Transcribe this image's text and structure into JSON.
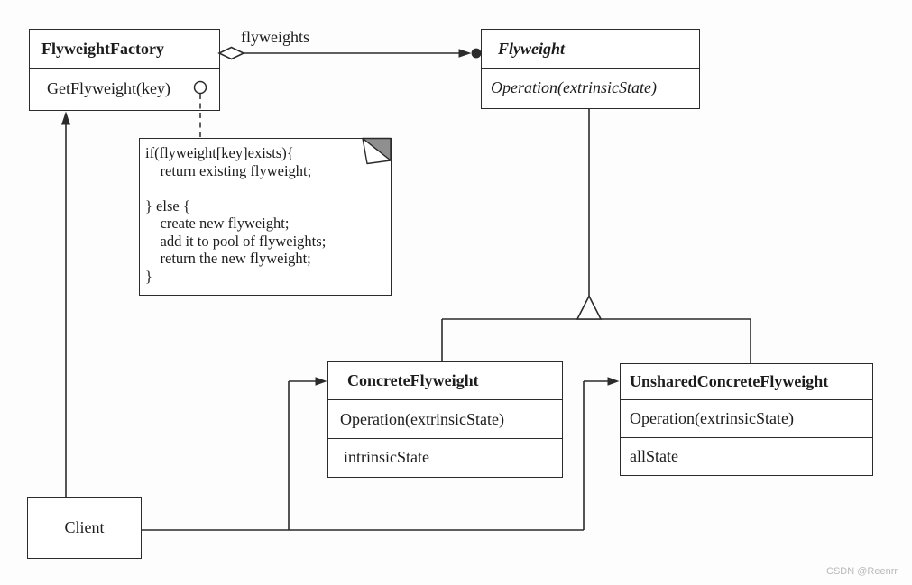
{
  "classes": {
    "flyweight_factory": {
      "title": "FlyweightFactory",
      "methods": [
        "GetFlyweight(key)"
      ]
    },
    "flyweight": {
      "title": "Flyweight",
      "methods": [
        "Operation(extrinsicState)"
      ]
    },
    "concrete_flyweight": {
      "title": "ConcreteFlyweight",
      "methods": [
        "Operation(extrinsicState)"
      ],
      "attributes": [
        "intrinsicState"
      ]
    },
    "unshared_concrete_flyweight": {
      "title": "UnsharedConcreteFlyweight",
      "methods": [
        "Operation(extrinsicState)"
      ],
      "attributes": [
        "allState"
      ]
    },
    "client": {
      "title": "Client"
    }
  },
  "labels": {
    "aggregation_role": "flyweights"
  },
  "note": {
    "lines": [
      "if(flyweight[key]exists){",
      "    return existing flyweight;",
      " ",
      "} else {",
      "    create new flyweight;",
      "    add it to pool of flyweights;",
      "    return the new flyweight;",
      "}"
    ]
  },
  "watermark": "CSDN @Reenrr",
  "colors": {
    "line": "#2b2b2b",
    "box_fill": "#ffffff",
    "background": "#fdfdfd",
    "note_fold": "#8f8f8f",
    "watermark": "#b9b9bc"
  }
}
